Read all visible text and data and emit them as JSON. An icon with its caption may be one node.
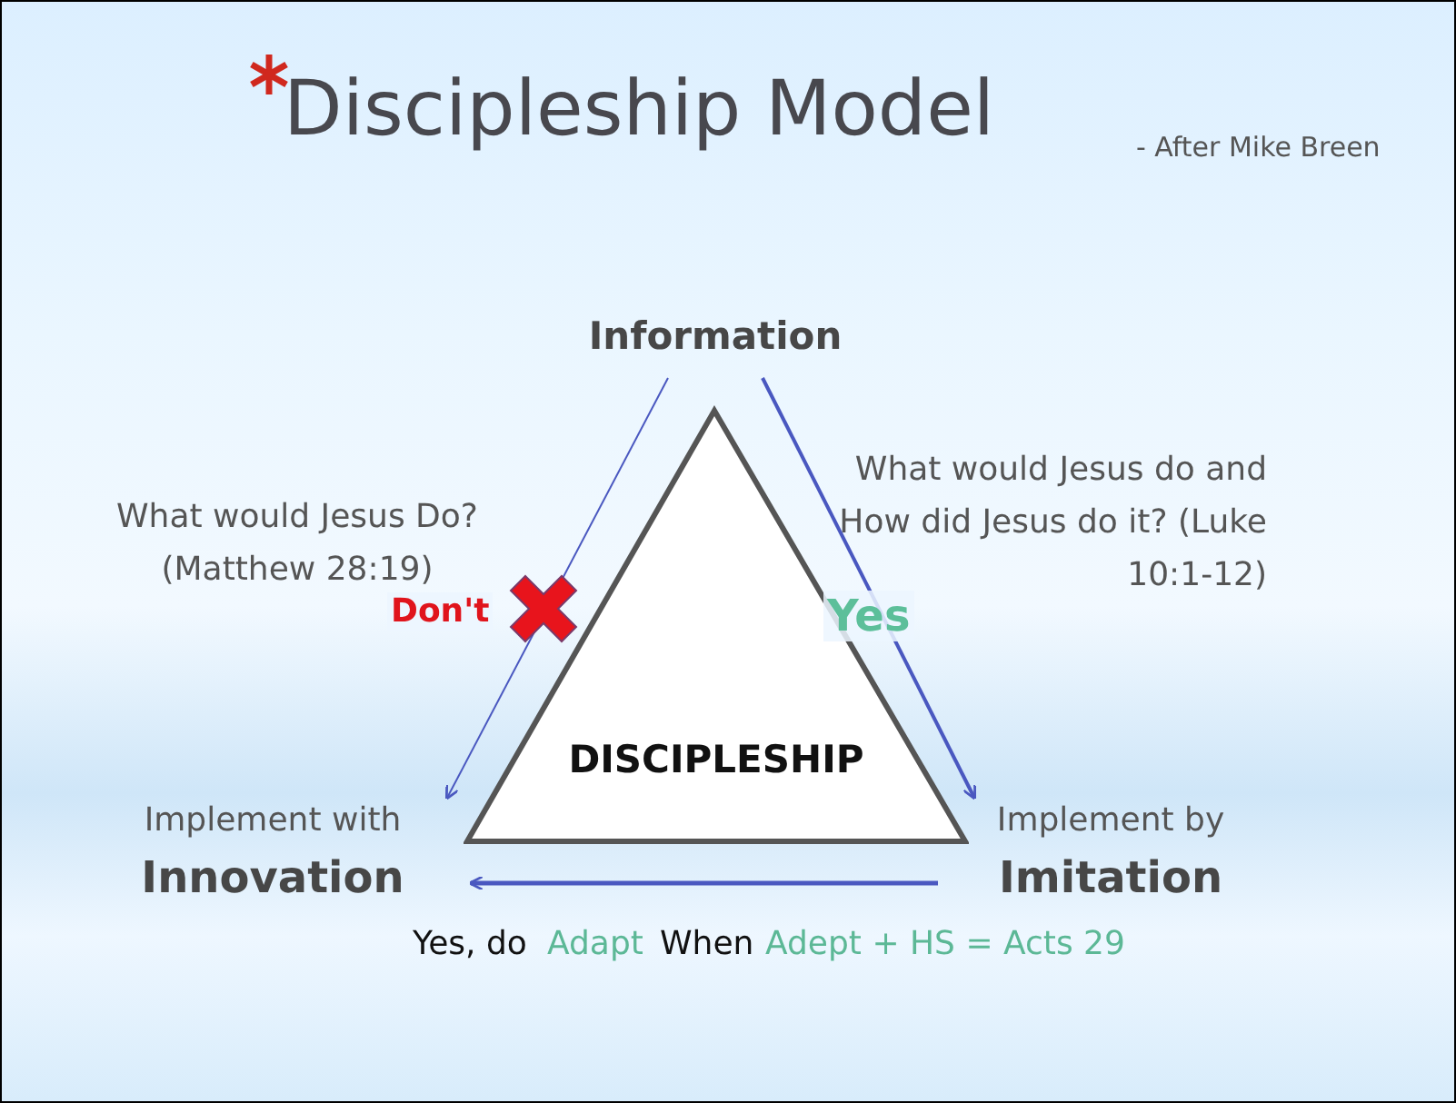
{
  "diagram": {
    "title": "Discipleship Model",
    "nodes": [
      {
        "text": [
          "Information"
        ]
      },
      {
        "text": [
          "DISCIPLESHIP"
        ]
      },
      {
        "text": [
          "Implement with",
          "Innovation"
        ]
      },
      {
        "text": [
          "Implement by",
          "Imitation"
        ]
      }
    ],
    "edges": [
      {
        "from": 0,
        "to": 3,
        "arrow": "to",
        "label": "Yes"
      },
      {
        "from": 0,
        "to": 2,
        "arrow": "to",
        "label": "Don't"
      },
      {
        "from": 3,
        "to": 2,
        "arrow": "to"
      }
    ],
    "labels": [
      "- After Mike Breen",
      "What would Jesus Do? (Matthew 28:19)",
      "What would Jesus do and How did Jesus do it? (Luke 10:1-12)",
      "Yes, do",
      "Adapt",
      "When",
      "Adept + HS = Acts 29"
    ]
  }
}
